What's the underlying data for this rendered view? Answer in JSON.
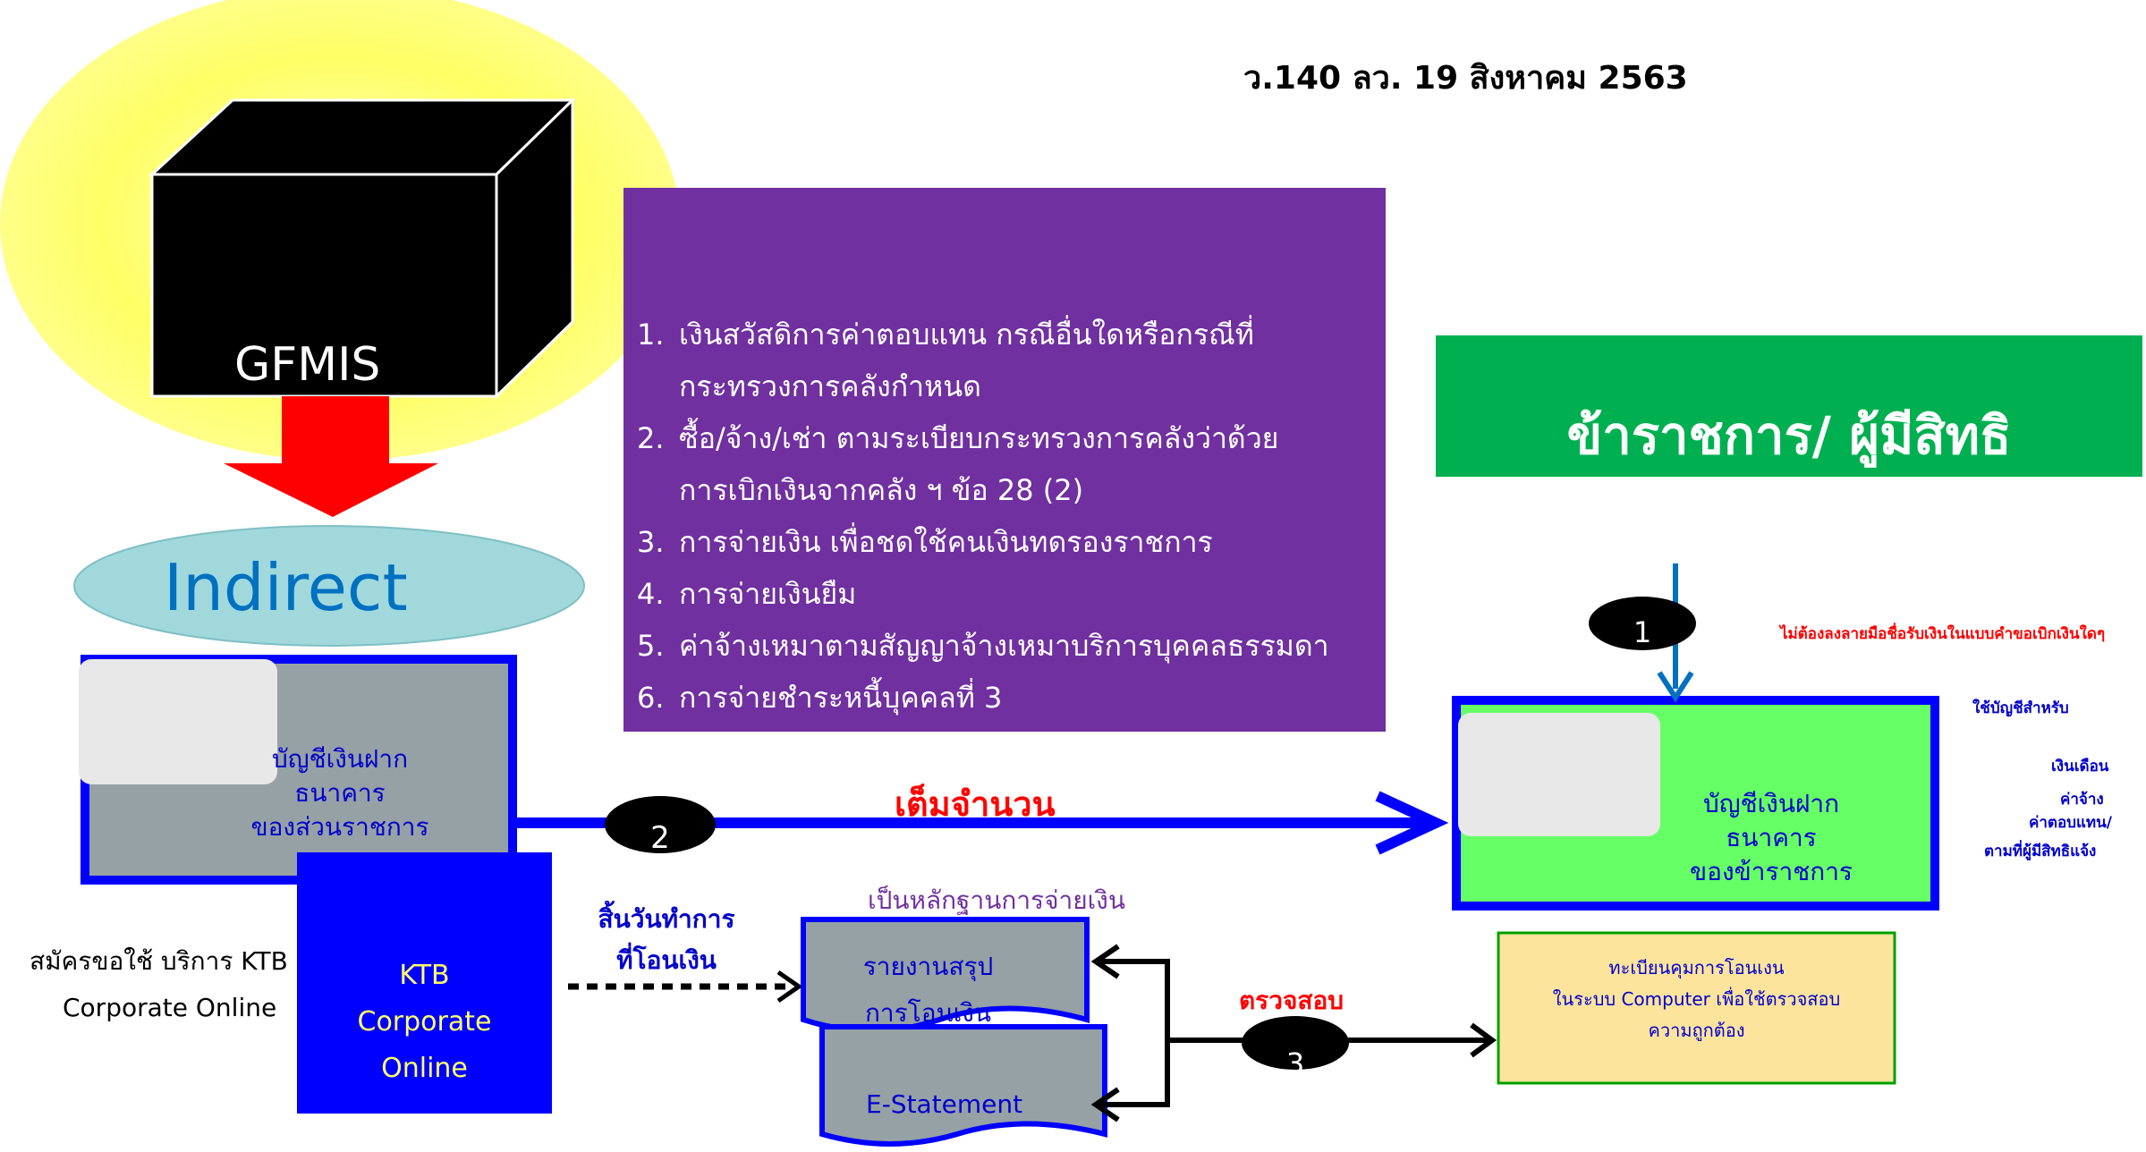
{
  "header": {
    "reference": "ว.140 ลว. 19 สิงหาคม 2563"
  },
  "gfmis": {
    "label": "GFMIS"
  },
  "indirect": {
    "label": "Indirect"
  },
  "purple_box": {
    "items": [
      {
        "num": "1.",
        "lines": [
          "เงินสวัสดิการค่าตอบแทน กรณีอื่นใดหรือกรณีที่",
          "กระทรวงการคลังกำหนด"
        ]
      },
      {
        "num": "2.",
        "lines": [
          "ซื้อ/จ้าง/เช่า ตามระเบียบกระทรวงการคลังว่าด้วย",
          "การเบิกเงินจากคลัง ฯ  ข้อ 28 (2)"
        ]
      },
      {
        "num": "3.",
        "lines": [
          "การจ่ายเงิน เพื่อชดใช้คนเงินทดรองราชการ"
        ]
      },
      {
        "num": "4.",
        "lines": [
          "การจ่ายเงินยืม"
        ]
      },
      {
        "num": "5.",
        "lines": [
          "ค่าจ้างเหมาตามสัญญาจ้างเหมาบริการบุคคลธรรมดา"
        ]
      },
      {
        "num": "6.",
        "lines": [
          "การจ่ายชำระหนี้บุคคลที่ 3"
        ]
      }
    ]
  },
  "green_header": {
    "label": "ข้าราชการ/ ผู้มีสิทธิ"
  },
  "red_note": "ไม่ต้องลงลายมือชื่อรับเงินในแบบคำขอเบิกเงินใดๆ",
  "side_notes": {
    "line1": "ใช้บัญชีสำหรับ",
    "line2": "เงินเดือน",
    "line3": "ค่าจ้าง",
    "line4": "ค่าตอบแทน/",
    "line5": "ตามที่ผู้มีสิทธิแจ้ง"
  },
  "gov_account": {
    "line1": "บัญชีเงินฝาก",
    "line2": "ธนาคาร",
    "line3": "ของส่วนราชการ"
  },
  "emp_account": {
    "line1": "บัญชีเงินฝาก",
    "line2": "ธนาคาร",
    "line3": "ของข้าราชการ"
  },
  "transfer": {
    "label": "เต็มจำนวน"
  },
  "steps": {
    "one": "1",
    "two": "2",
    "three": "3"
  },
  "ktb": {
    "line1": "KTB",
    "line2": "Corporate",
    "line3": "Online",
    "signup_line1": "สมัครขอใช้ บริการ KTB",
    "signup_line2": "Corporate Online"
  },
  "end_of_day": {
    "line1": "สิ้นวันทำการ",
    "line2": "ที่โอนเงิน"
  },
  "evidence": {
    "label": "เป็นหลักฐานการจ่ายเงิน"
  },
  "report": {
    "line1": "รายงานสรุป",
    "line2": "การโอนเงิน"
  },
  "estatement": {
    "label": "E-Statement"
  },
  "check": {
    "label": "ตรวจสอบ"
  },
  "register": {
    "line1": "ทะเบียนคุมการโอนเงน",
    "line2": "ในระบบ Computer เพื่อใช้ตรวจสอบ",
    "line3": "ความถูกต้อง"
  },
  "colors": {
    "purple": "#7030a0",
    "green": "#00b050",
    "light_green": "#66ff66",
    "blue": "#0000ff",
    "red": "#ff0000",
    "yellow_glow": "#ffff66",
    "indirect_fill": "#a0d8dc",
    "gray": "#95a1a5",
    "register_fill": "#fde49c"
  }
}
